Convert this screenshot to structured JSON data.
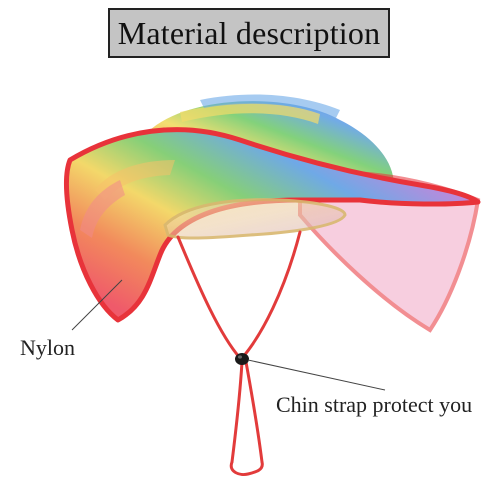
{
  "title": "Material description",
  "labels": {
    "nylon": "Nylon",
    "chin_strap": "Chin strap protect you"
  },
  "colors": {
    "title_box_bg": "#c4c4c4",
    "brim_edge": "#e8333a",
    "stripe_red": "#ef5a5f",
    "stripe_orange": "#f49a5c",
    "stripe_yellow": "#f3dc6a",
    "stripe_green": "#7fcf7a",
    "stripe_blue": "#6aa8e8",
    "stripe_purple": "#c88ad8",
    "strap": "#e23b3b"
  },
  "icons": [
    "rainbow-sun-hat-illustration",
    "strap-toggle-icon"
  ]
}
